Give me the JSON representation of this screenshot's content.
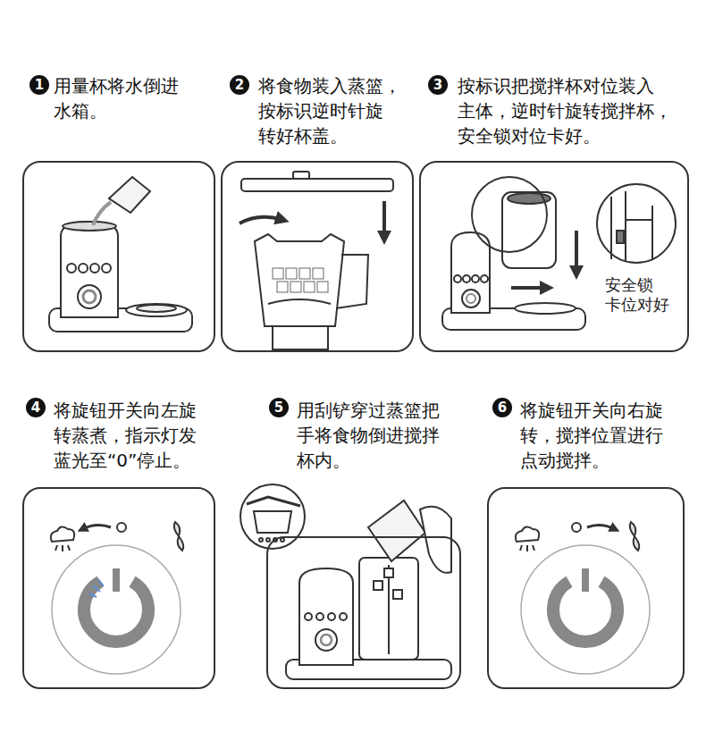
{
  "diagram": {
    "nodes": [
      {
        "text": [
          "1"
        ]
      },
      {
        "text": [
          "用量杯将水倒进 水箱。"
        ]
      },
      {
        "text": [
          "2"
        ]
      },
      {
        "text": [
          "将食物装入蒸篮， 按标识逆时针旋 转好杯盖。"
        ]
      },
      {
        "text": [
          "3"
        ]
      },
      {
        "text": [
          "按标识把搅拌杯对位装入 主体，逆时针旋转搅拌杯， 安全锁对位卡好。",
          "安全锁 卡位对好"
        ]
      },
      {
        "text": [
          "4"
        ]
      },
      {
        "text": [
          "将旋钮开关向左旋 转蒸煮，指示灯发 蓝光至“0”停止。"
        ]
      },
      {
        "text": [
          "5"
        ]
      },
      {
        "text": [
          "用刮铲穿过蒸篮把 手将食物倒进搅拌 杯内。"
        ]
      },
      {
        "text": [
          "6"
        ]
      },
      {
        "text": [
          "将旋钮开关向右旋 转，搅拌位置进行 点动搅拌。"
        ]
      }
    ]
  }
}
